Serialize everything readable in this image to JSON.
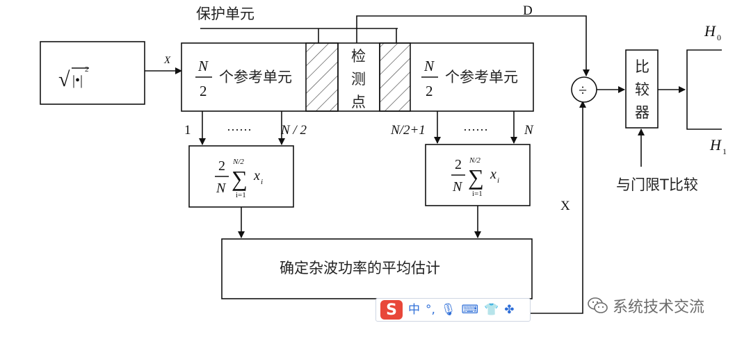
{
  "labels": {
    "guard": "保护单元",
    "D": "D",
    "input_x": "X",
    "sqrt_a": "√",
    "sqrt_b": "|•|",
    "sqrt_sup": "2",
    "n_num": "N",
    "n_den": "2",
    "ref_cells": "个参考单元",
    "det_1": "检",
    "det_2": "测",
    "det_3": "点",
    "tap_1": "1",
    "dots": "……",
    "tap_n2": "N / 2",
    "tap_n21": "N/2+1",
    "tap_n": "N",
    "sum_num": "2",
    "sum_den": "N",
    "sum_sym": "∑",
    "sum_top": "N/2",
    "sum_bot": "i=1",
    "sum_var": "x",
    "sum_sub": "i",
    "estimate": "确定杂波功率的平均估计",
    "divide": "÷",
    "X_right": "X",
    "cmp_1": "比",
    "cmp_2": "较",
    "cmp_3": "器",
    "threshold": "与门限T比较",
    "H0": "H",
    "H0_sub": "0",
    "H1": "H",
    "H1_sub": "1"
  },
  "ime_toolbar": {
    "logo": "S",
    "lang": "中",
    "punct": "°,",
    "mic": "🎙",
    "keyboard": "⌨",
    "skin": "👕",
    "tools": "✤"
  },
  "watermark": {
    "text": "系统技术交流"
  }
}
